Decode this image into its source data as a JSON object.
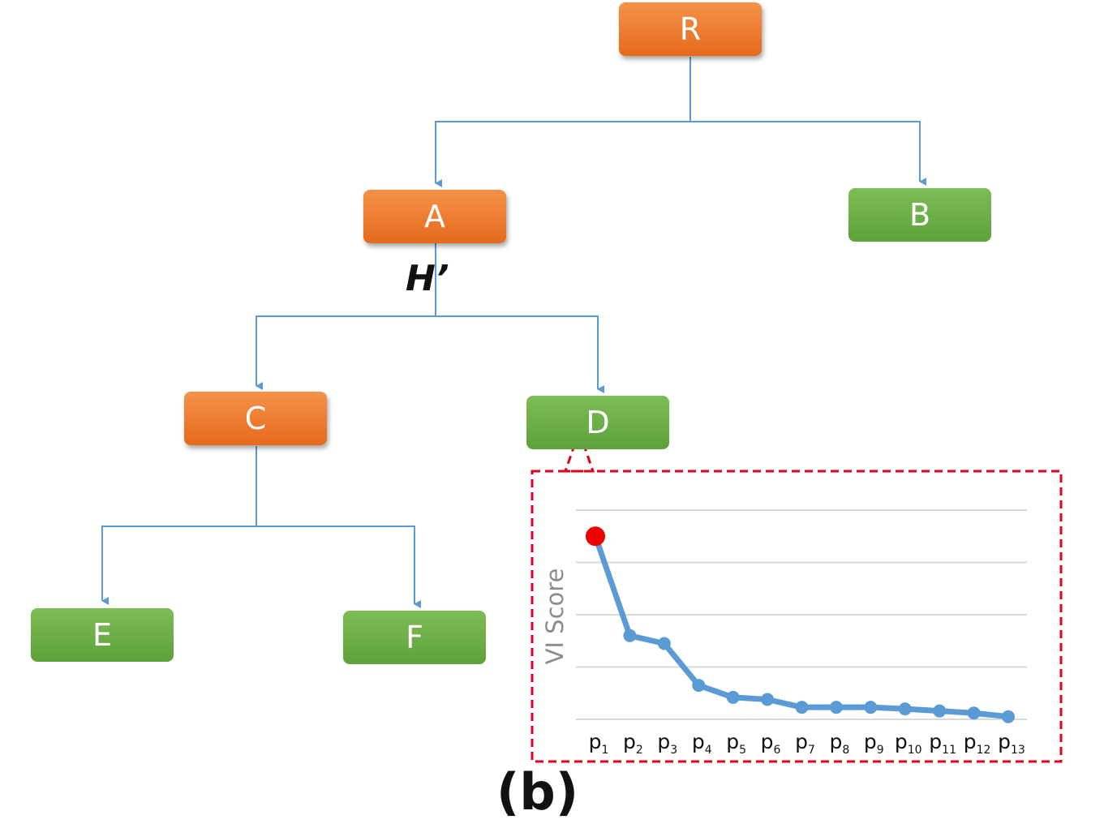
{
  "nodes": {
    "R": {
      "label": "R",
      "color": "#ee7b30"
    },
    "A": {
      "label": "A",
      "color": "#ee7b30"
    },
    "B": {
      "label": "B",
      "color": "#6db046"
    },
    "C": {
      "label": "C",
      "color": "#ee7b30"
    },
    "D": {
      "label": "D",
      "color": "#6db046"
    },
    "E": {
      "label": "E",
      "color": "#6db046"
    },
    "F": {
      "label": "F",
      "color": "#6db046"
    }
  },
  "edges": [
    [
      "R",
      "A"
    ],
    [
      "R",
      "B"
    ],
    [
      "A",
      "C"
    ],
    [
      "A",
      "D"
    ],
    [
      "C",
      "E"
    ],
    [
      "C",
      "F"
    ]
  ],
  "edge_label": "H’",
  "caption": "(b)",
  "colors": {
    "edge": "#5b9bd5",
    "highlight_box": "#e0001b",
    "line": "#5b9bd5",
    "first_point": "#ee0000",
    "grid": "#d9d9d9"
  },
  "chart_data": {
    "type": "line",
    "ylabel": "VI Score",
    "xlabel": "",
    "categories": [
      {
        "base": "p",
        "sub": "1"
      },
      {
        "base": "p",
        "sub": "2"
      },
      {
        "base": "p",
        "sub": "3"
      },
      {
        "base": "p",
        "sub": "4"
      },
      {
        "base": "p",
        "sub": "5"
      },
      {
        "base": "p",
        "sub": "6"
      },
      {
        "base": "p",
        "sub": "7"
      },
      {
        "base": "p",
        "sub": "8"
      },
      {
        "base": "p",
        "sub": "9"
      },
      {
        "base": "p",
        "sub": "10"
      },
      {
        "base": "p",
        "sub": "11"
      },
      {
        "base": "p",
        "sub": "12"
      },
      {
        "base": "p",
        "sub": "13"
      }
    ],
    "values": [
      3.5,
      1.6,
      1.45,
      0.65,
      0.42,
      0.38,
      0.23,
      0.23,
      0.23,
      0.2,
      0.16,
      0.12,
      0.05
    ],
    "ylim": [
      0,
      4
    ],
    "grid": true,
    "highlight_index": 0
  }
}
